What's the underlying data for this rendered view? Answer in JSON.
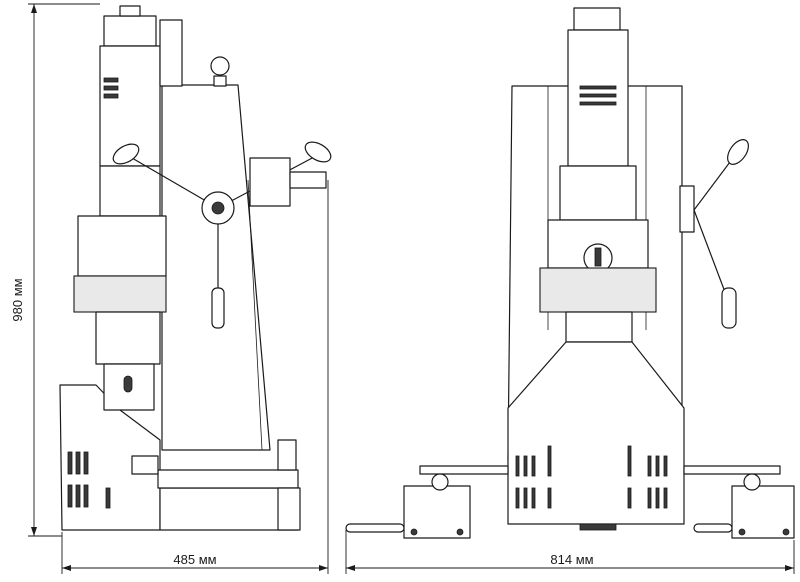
{
  "dimensions": {
    "height_label": "980 мм",
    "width_side_label": "485 мм",
    "width_front_label": "814 мм"
  }
}
